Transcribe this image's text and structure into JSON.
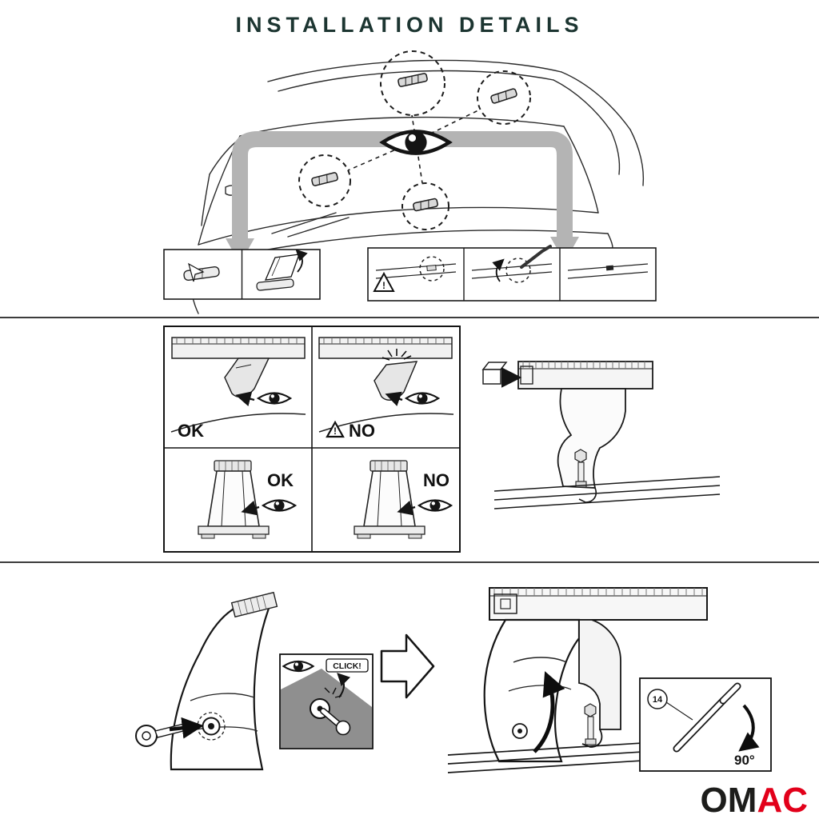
{
  "title": "INSTALLATION DETAILS",
  "labels": {
    "ok_top": "OK",
    "no_top": "NO",
    "ok_bottom": "OK",
    "no_bottom": "NO",
    "click": "CLICK!",
    "key_size": "14",
    "angle": "90°",
    "warning_mark": "!"
  },
  "logo": {
    "part1": "OM",
    "part2": "AC"
  },
  "colors": {
    "accent_red": "#e2001a",
    "band_gray": "#b4b4b4",
    "ink": "#1a1a1a",
    "title_color": "#1c3531"
  }
}
